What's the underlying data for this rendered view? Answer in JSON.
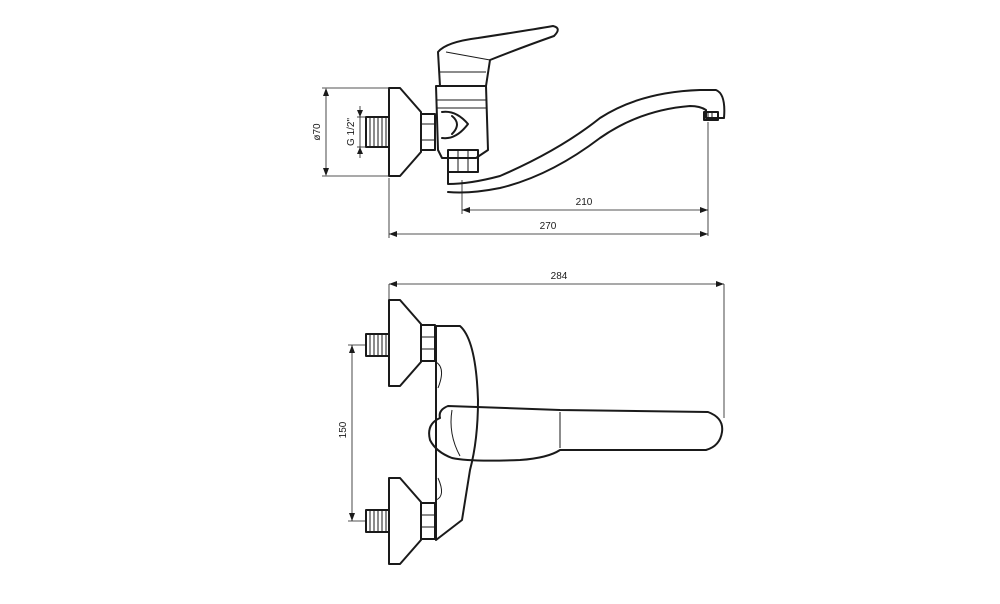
{
  "colors": {
    "ink": "#1a1a1a",
    "background": "#ffffff"
  },
  "side_view": {
    "dim_diameter": "ø70",
    "dim_thread": "G 1/2\"",
    "dim_spout_reach": "210",
    "dim_total_reach": "270"
  },
  "top_view": {
    "dim_total_length": "284",
    "dim_inlet_spacing": "150"
  }
}
